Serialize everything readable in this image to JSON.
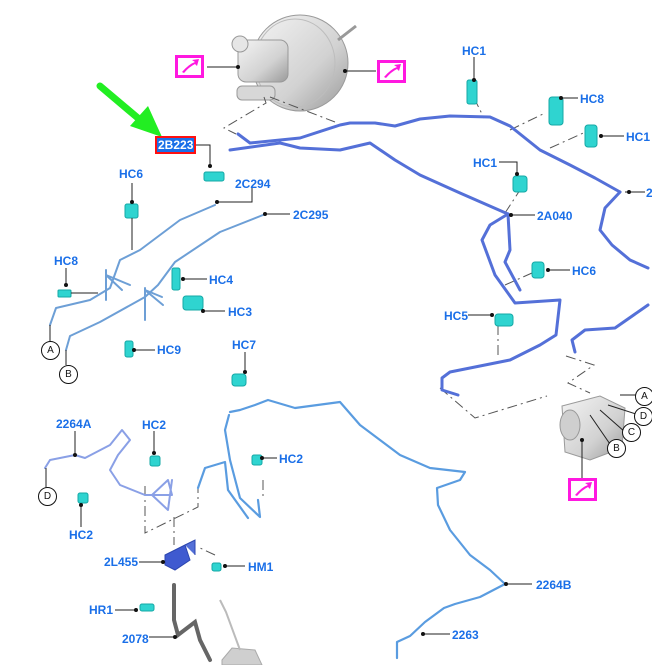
{
  "diagram": {
    "title": "Brake lines and master cylinder exploded view",
    "colors": {
      "label": "#1a6fe8",
      "selected_label_bg": "#1a6fe8",
      "selected_label_border": "#ff1010",
      "reference_icon": "#ff18e0",
      "pointer_arrow": "#22ee22",
      "brake_line_dark": "#5470d8",
      "brake_line_light": "#5a9ce0",
      "clip": "#2fd4d0"
    },
    "selected_part": "2B223",
    "labels": {
      "l_2b223": "2B223",
      "l_2c294": "2C294",
      "l_2c295": "2C295",
      "l_hc6_left": "HC6",
      "l_hc8_left": "HC8",
      "l_hc4": "HC4",
      "l_hc3": "HC3",
      "l_hc9": "HC9",
      "l_hc7": "HC7",
      "l_hc1_top": "HC1",
      "l_hc8_right": "HC8",
      "l_hc1_right": "HC1",
      "l_hc1_mid": "HC1",
      "l_2a040": "2A040",
      "l_edge": "2",
      "l_hc6_right": "HC6",
      "l_hc5": "HC5",
      "l_2264a": "2264A",
      "l_hc2_top": "HC2",
      "l_hc2_left": "HC2",
      "l_hc2_mid": "HC2",
      "l_2l455": "2L455",
      "l_hm1": "HM1",
      "l_hr1": "HR1",
      "l_2078": "2078",
      "l_2264b": "2264B",
      "l_2263": "2263"
    },
    "connectors": {
      "a_left": "A",
      "b_left": "B",
      "d_left": "D",
      "a_right": "A",
      "d_right": "D",
      "c_right": "C",
      "b_right": "B"
    },
    "reference_icons": [
      {
        "name": "reference-arrow-icon"
      },
      {
        "name": "reference-arrow-icon"
      },
      {
        "name": "reference-arrow-icon"
      }
    ]
  }
}
